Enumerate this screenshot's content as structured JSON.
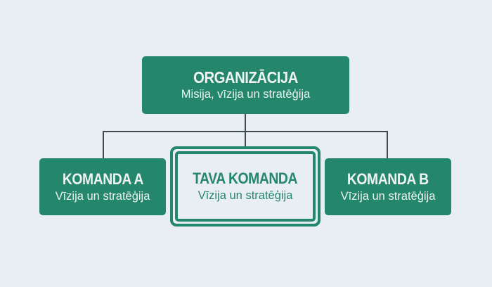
{
  "diagram": {
    "type": "org-chart",
    "colors": {
      "background": "#e8eef1",
      "box_fill": "#24866a",
      "box_text": "#eef3f1",
      "connector": "#3d4a4f",
      "highlight_border": "#24866a"
    },
    "root": {
      "title": "ORGANIZĀCIJA",
      "subtitle": "Misija, vīzija un stratēģija"
    },
    "children": [
      {
        "title": "KOMANDA A",
        "subtitle": "Vīzija un stratēģija",
        "highlighted": false
      },
      {
        "title": "TAVA KOMANDA",
        "subtitle": "Vīzija un stratēģija",
        "highlighted": true
      },
      {
        "title": "KOMANDA B",
        "subtitle": "Vīzija un stratēģija",
        "highlighted": false
      }
    ]
  }
}
